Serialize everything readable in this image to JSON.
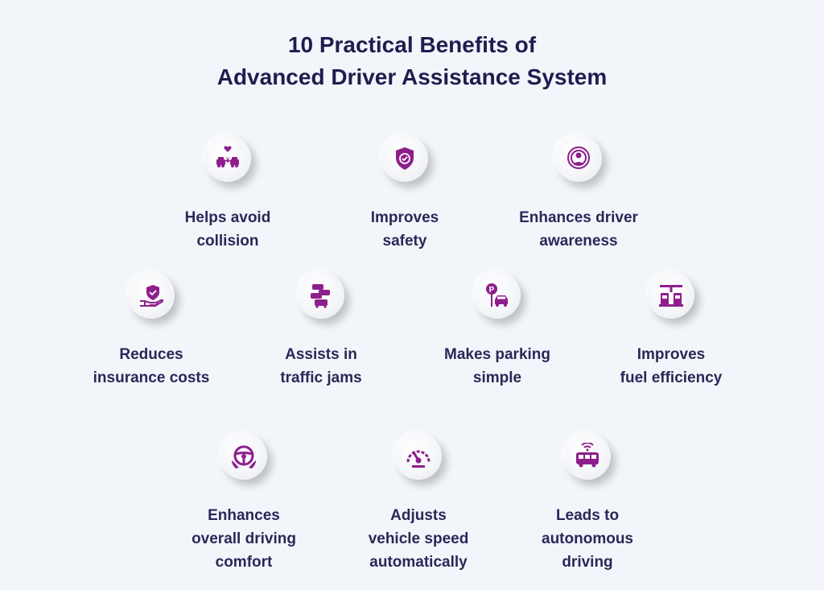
{
  "title": {
    "line1": "10 Practical Benefits of",
    "line2": "Advanced Driver Assistance System"
  },
  "colors": {
    "accent": "#8e1e8c",
    "text": "#2a2857",
    "background": "#f2f6fb"
  },
  "benefits": [
    {
      "icon": "car-collision-icon",
      "lines": [
        "Helps avoid",
        "collision"
      ]
    },
    {
      "icon": "shield-check-icon",
      "lines": [
        "Improves",
        "safety"
      ]
    },
    {
      "icon": "driver-awareness-icon",
      "lines": [
        "Enhances driver",
        "awareness"
      ]
    },
    {
      "icon": "hand-shield-icon",
      "lines": [
        "Reduces",
        "insurance costs"
      ]
    },
    {
      "icon": "traffic-jam-icon",
      "lines": [
        "Assists in",
        "traffic jams"
      ]
    },
    {
      "icon": "parking-car-icon",
      "lines": [
        "Makes parking",
        "simple"
      ]
    },
    {
      "icon": "fuel-station-icon",
      "lines": [
        "Improves",
        "fuel efficiency"
      ]
    },
    {
      "icon": "steering-wheel-hands-icon",
      "lines": [
        "Enhances",
        "overall driving",
        "comfort"
      ]
    },
    {
      "icon": "speedometer-icon",
      "lines": [
        "Adjusts",
        "vehicle speed",
        "automatically"
      ]
    },
    {
      "icon": "autonomous-bus-icon",
      "lines": [
        "Leads to",
        "autonomous",
        "driving"
      ]
    }
  ]
}
